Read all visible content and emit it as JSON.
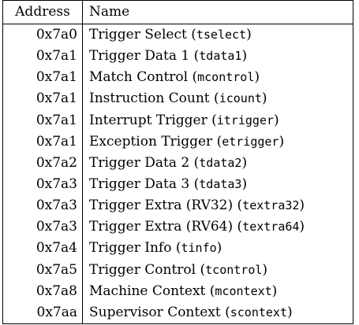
{
  "table": {
    "headers": {
      "address": "Address",
      "name": "Name"
    },
    "rows": [
      {
        "address": "0x7a0",
        "name": "Trigger Select",
        "csr": "tselect"
      },
      {
        "address": "0x7a1",
        "name": "Trigger Data 1",
        "csr": "tdata1"
      },
      {
        "address": "0x7a1",
        "name": "Match Control",
        "csr": "mcontrol"
      },
      {
        "address": "0x7a1",
        "name": "Instruction Count",
        "csr": "icount"
      },
      {
        "address": "0x7a1",
        "name": "Interrupt Trigger",
        "csr": "itrigger"
      },
      {
        "address": "0x7a1",
        "name": "Exception Trigger",
        "csr": "etrigger"
      },
      {
        "address": "0x7a2",
        "name": "Trigger Data 2",
        "csr": "tdata2"
      },
      {
        "address": "0x7a3",
        "name": "Trigger Data 3",
        "csr": "tdata3"
      },
      {
        "address": "0x7a3",
        "name": "Trigger Extra (RV32)",
        "csr": "textra32"
      },
      {
        "address": "0x7a3",
        "name": "Trigger Extra (RV64)",
        "csr": "textra64"
      },
      {
        "address": "0x7a4",
        "name": "Trigger Info",
        "csr": "tinfo"
      },
      {
        "address": "0x7a5",
        "name": "Trigger Control",
        "csr": "tcontrol"
      },
      {
        "address": "0x7a8",
        "name": "Machine Context",
        "csr": "mcontext"
      },
      {
        "address": "0x7aa",
        "name": "Supervisor Context",
        "csr": "scontext"
      }
    ]
  }
}
